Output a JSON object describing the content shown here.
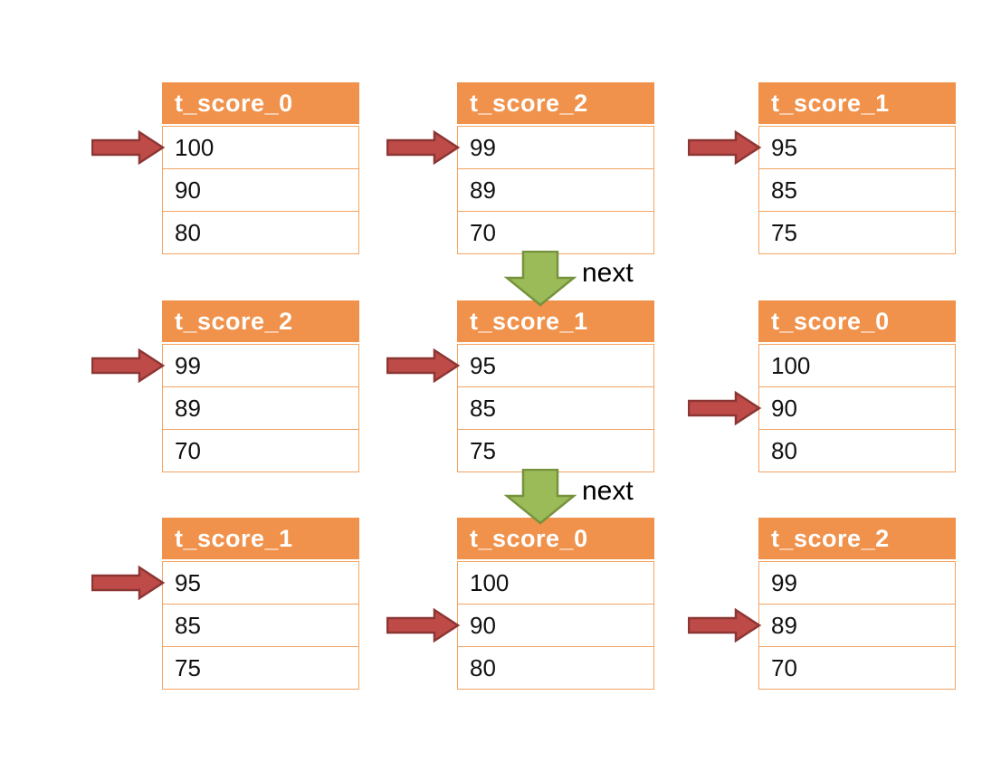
{
  "colors": {
    "header_bg": "#F0924B",
    "header_text": "#FFFFFF",
    "table_border": "#F4A462",
    "cell_text": "#111111",
    "red_arrow_fill": "#BE4B48",
    "red_arrow_stroke": "#8C3634",
    "green_arrow_fill": "#9BBB59",
    "green_arrow_stroke": "#76923C",
    "next_text": "#000000"
  },
  "tables": [
    {
      "title": "t_score_0",
      "values": [
        "100",
        "90",
        "80"
      ],
      "pointer_row": 0
    },
    {
      "title": "t_score_2",
      "values": [
        "99",
        "89",
        "70"
      ],
      "pointer_row": 0
    },
    {
      "title": "t_score_1",
      "values": [
        "95",
        "85",
        "75"
      ],
      "pointer_row": 0
    },
    {
      "title": "t_score_2",
      "values": [
        "99",
        "89",
        "70"
      ],
      "pointer_row": 0
    },
    {
      "title": "t_score_1",
      "values": [
        "95",
        "85",
        "75"
      ],
      "pointer_row": 0
    },
    {
      "title": "t_score_0",
      "values": [
        "100",
        "90",
        "80"
      ],
      "pointer_row": 1
    },
    {
      "title": "t_score_1",
      "values": [
        "95",
        "85",
        "75"
      ],
      "pointer_row": 0
    },
    {
      "title": "t_score_0",
      "values": [
        "100",
        "90",
        "80"
      ],
      "pointer_row": 1
    },
    {
      "title": "t_score_2",
      "values": [
        "99",
        "89",
        "70"
      ],
      "pointer_row": 1
    }
  ],
  "next_arrows": [
    {
      "label": "next"
    },
    {
      "label": "next"
    }
  ]
}
